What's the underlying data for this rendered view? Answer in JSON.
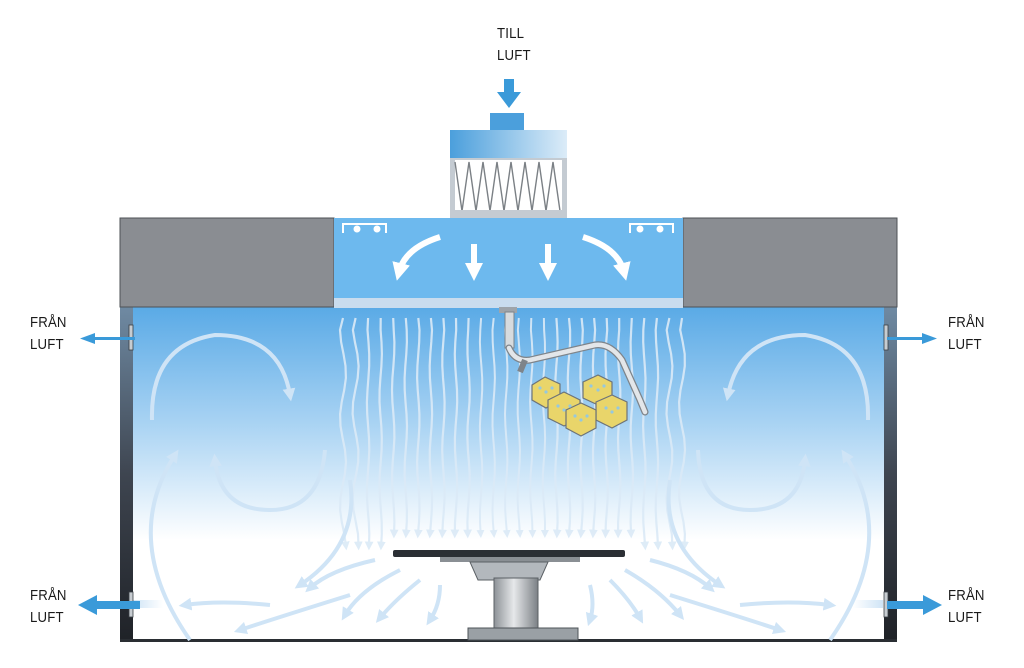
{
  "labels": {
    "supply": {
      "line1": "TILL",
      "line2": "LUFT"
    },
    "exhaust_left_upper": {
      "line1": "FRÅN",
      "line2": "LUFT"
    },
    "exhaust_right_upper": {
      "line1": "FRÅN",
      "line2": "LUFT"
    },
    "exhaust_left_lower": {
      "line1": "FRÅN",
      "line2": "LUFT"
    },
    "exhaust_right_lower": {
      "line1": "FRÅN",
      "line2": "LUFT"
    }
  },
  "colors": {
    "arrow_blue": "#3a9ad9",
    "room_air_top": "#5aaae6",
    "duct_blue": "#6db9ee",
    "wall_grey": "#8a8d92",
    "flow_arrow": "#cfe4f6",
    "frame_dark": "#25292e"
  },
  "icons": [
    "supply-arrow-icon",
    "exhaust-arrow-icon",
    "surgical-lamp-icon",
    "operating-table-icon",
    "hepa-filter-icon"
  ]
}
